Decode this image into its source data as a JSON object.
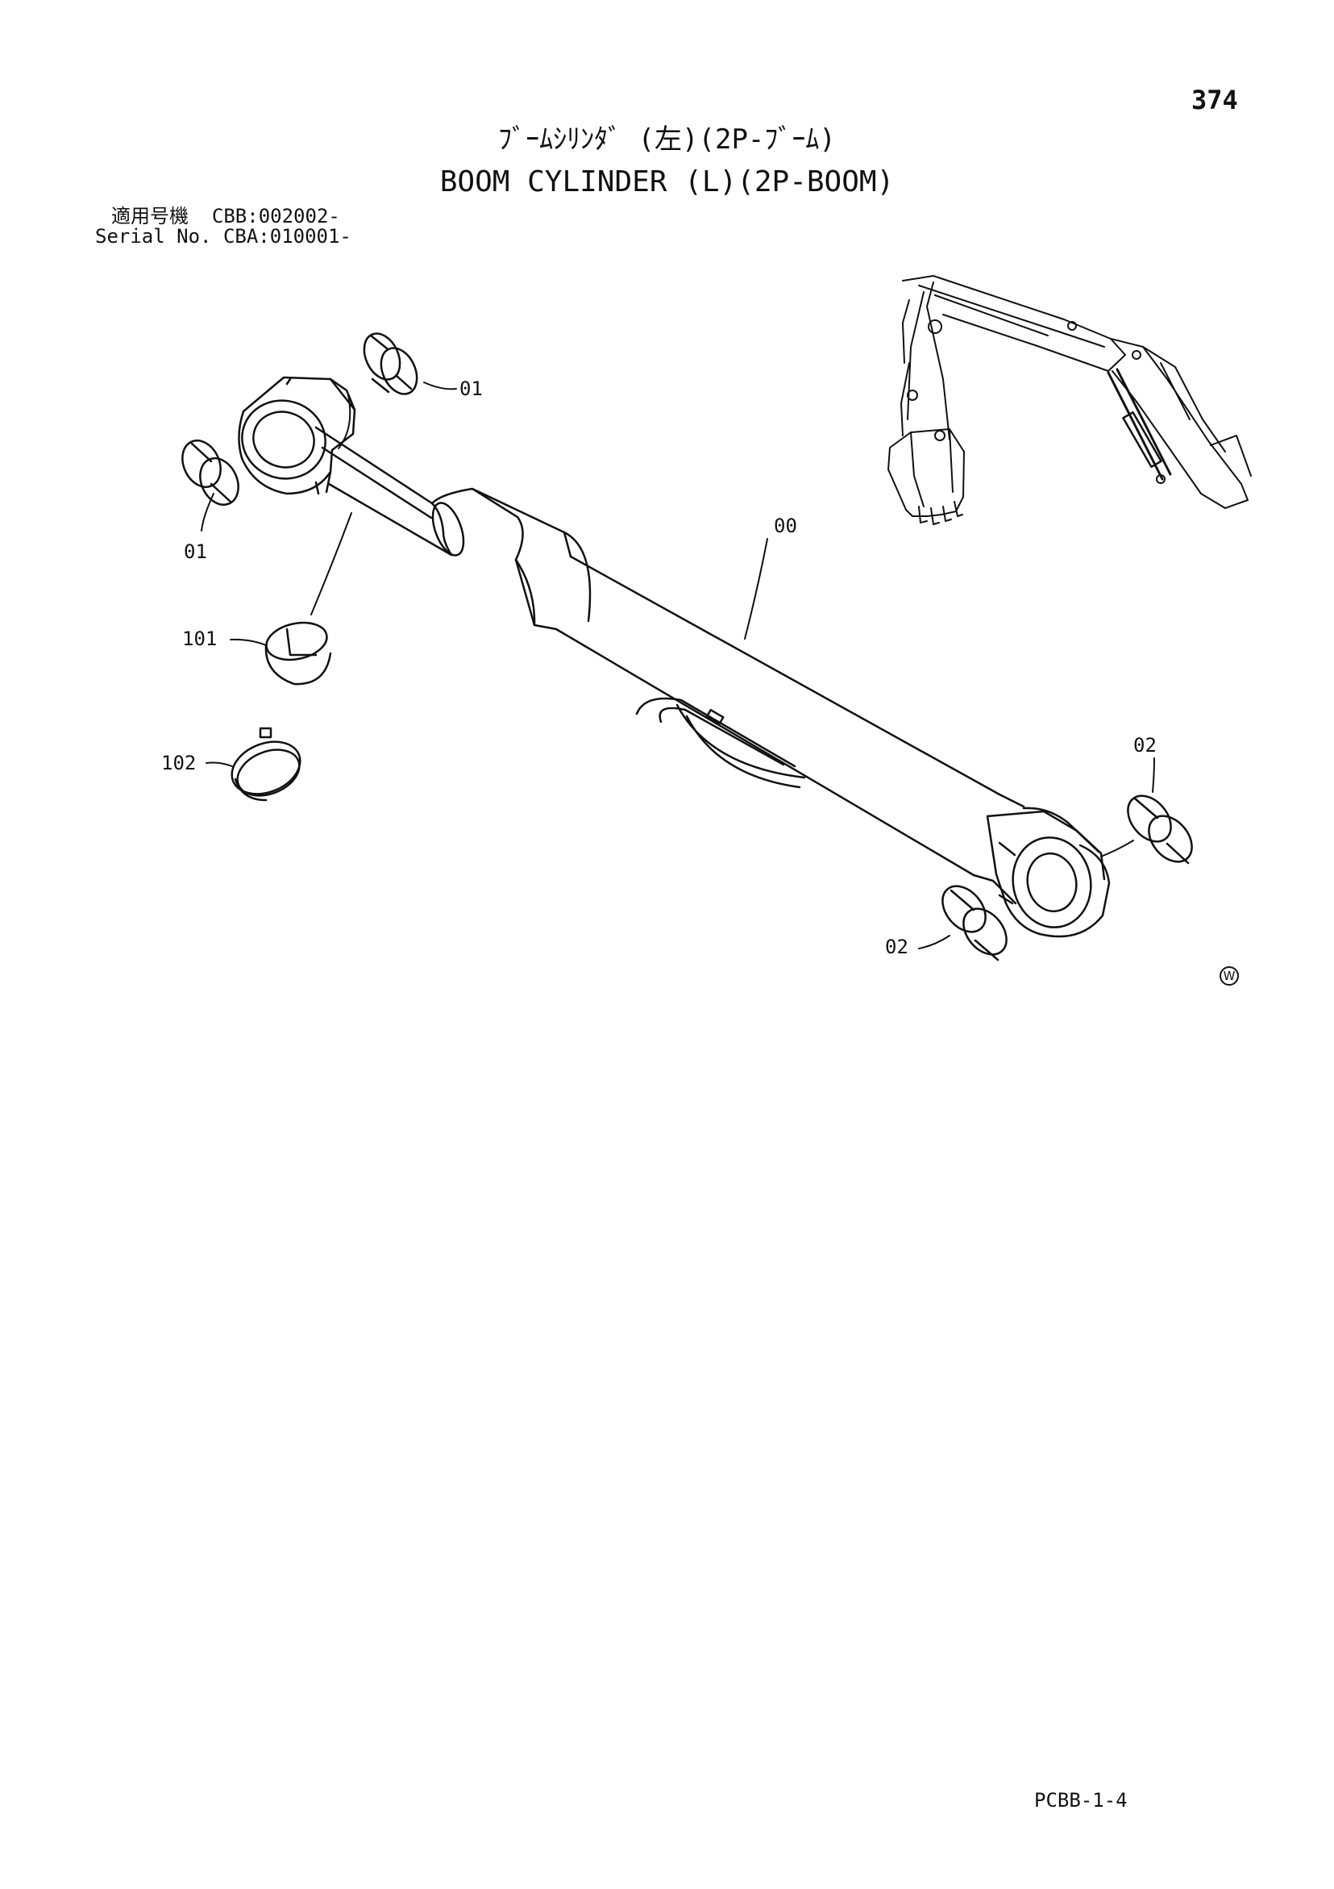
{
  "header": {
    "page_number": "374",
    "title_ja": "ﾌﾞｰﾑｼﾘﾝﾀﾞ (左)(2P-ﾌﾞｰﾑ)",
    "title_en": "BOOM CYLINDER (L)(2P-BOOM)",
    "serial_ja": "適用号機  CBB:002002-",
    "serial_en": "Serial No. CBA:010001-"
  },
  "callouts": {
    "c01_top": "01",
    "c01_left": "01",
    "c00": "00",
    "c101": "101",
    "c102": "102",
    "c02_right": "02",
    "c02_bottom": "02"
  },
  "marks": {
    "w_symbol": "W"
  },
  "footer": {
    "code": "PCBB-1-4"
  },
  "icons": {
    "cylinder": "boom-cylinder-drawing",
    "machine": "excavator-location-icon"
  }
}
